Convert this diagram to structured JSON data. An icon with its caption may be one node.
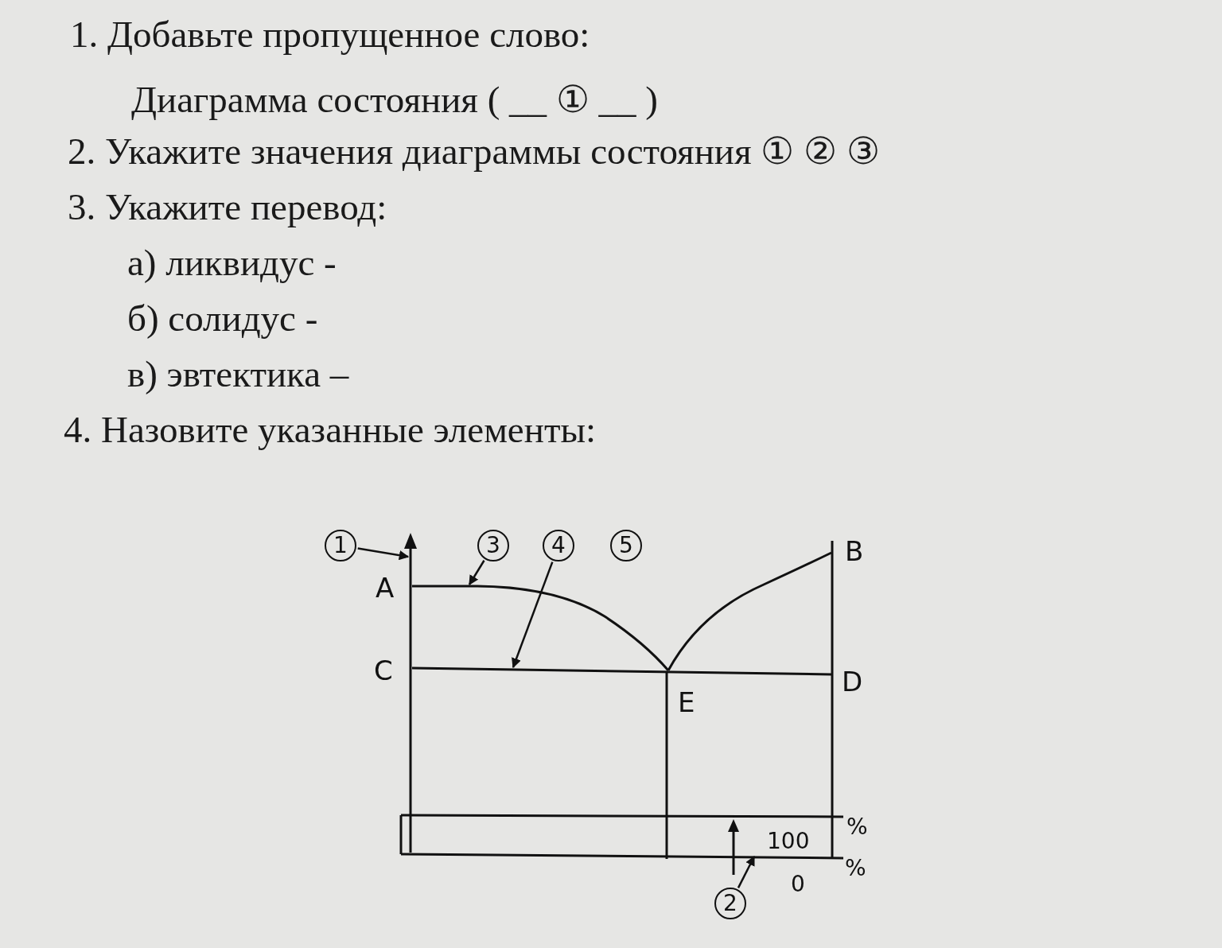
{
  "diagram": {
    "nodes": [
      {
        "text": [
          "1"
        ]
      },
      {
        "text": [
          "3"
        ]
      },
      {
        "text": [
          "4"
        ]
      },
      {
        "text": [
          "5"
        ]
      },
      {
        "text": [
          "2"
        ]
      },
      {
        "text": [],
        "shape": "line"
      },
      {
        "text": [],
        "shape": "line"
      },
      {
        "text": [],
        "shape": "line"
      },
      {
        "text": [],
        "shape": "line"
      }
    ],
    "edges": [
      {
        "from": 0,
        "to": 5,
        "arrow": "to"
      },
      {
        "from": 1,
        "to": 6,
        "arrow": "to"
      },
      {
        "from": 2,
        "to": 7,
        "arrow": "to"
      },
      {
        "from": 4,
        "to": 8,
        "arrow": "to"
      }
    ],
    "labels": [
      "1. Добавьте пропущенное слово:",
      "Диаграмма состояния ( __ ① __ )",
      "2. Укажите значения диаграммы состояния ① ② ③",
      "3. Укажите перевод:",
      "а) ликвидус -",
      "б) солидус -",
      "в) эвтектика –",
      "4. Назовите указанные элементы:",
      "B",
      "A",
      "C",
      "D",
      "E",
      "%",
      "100",
      "%",
      "0"
    ]
  }
}
